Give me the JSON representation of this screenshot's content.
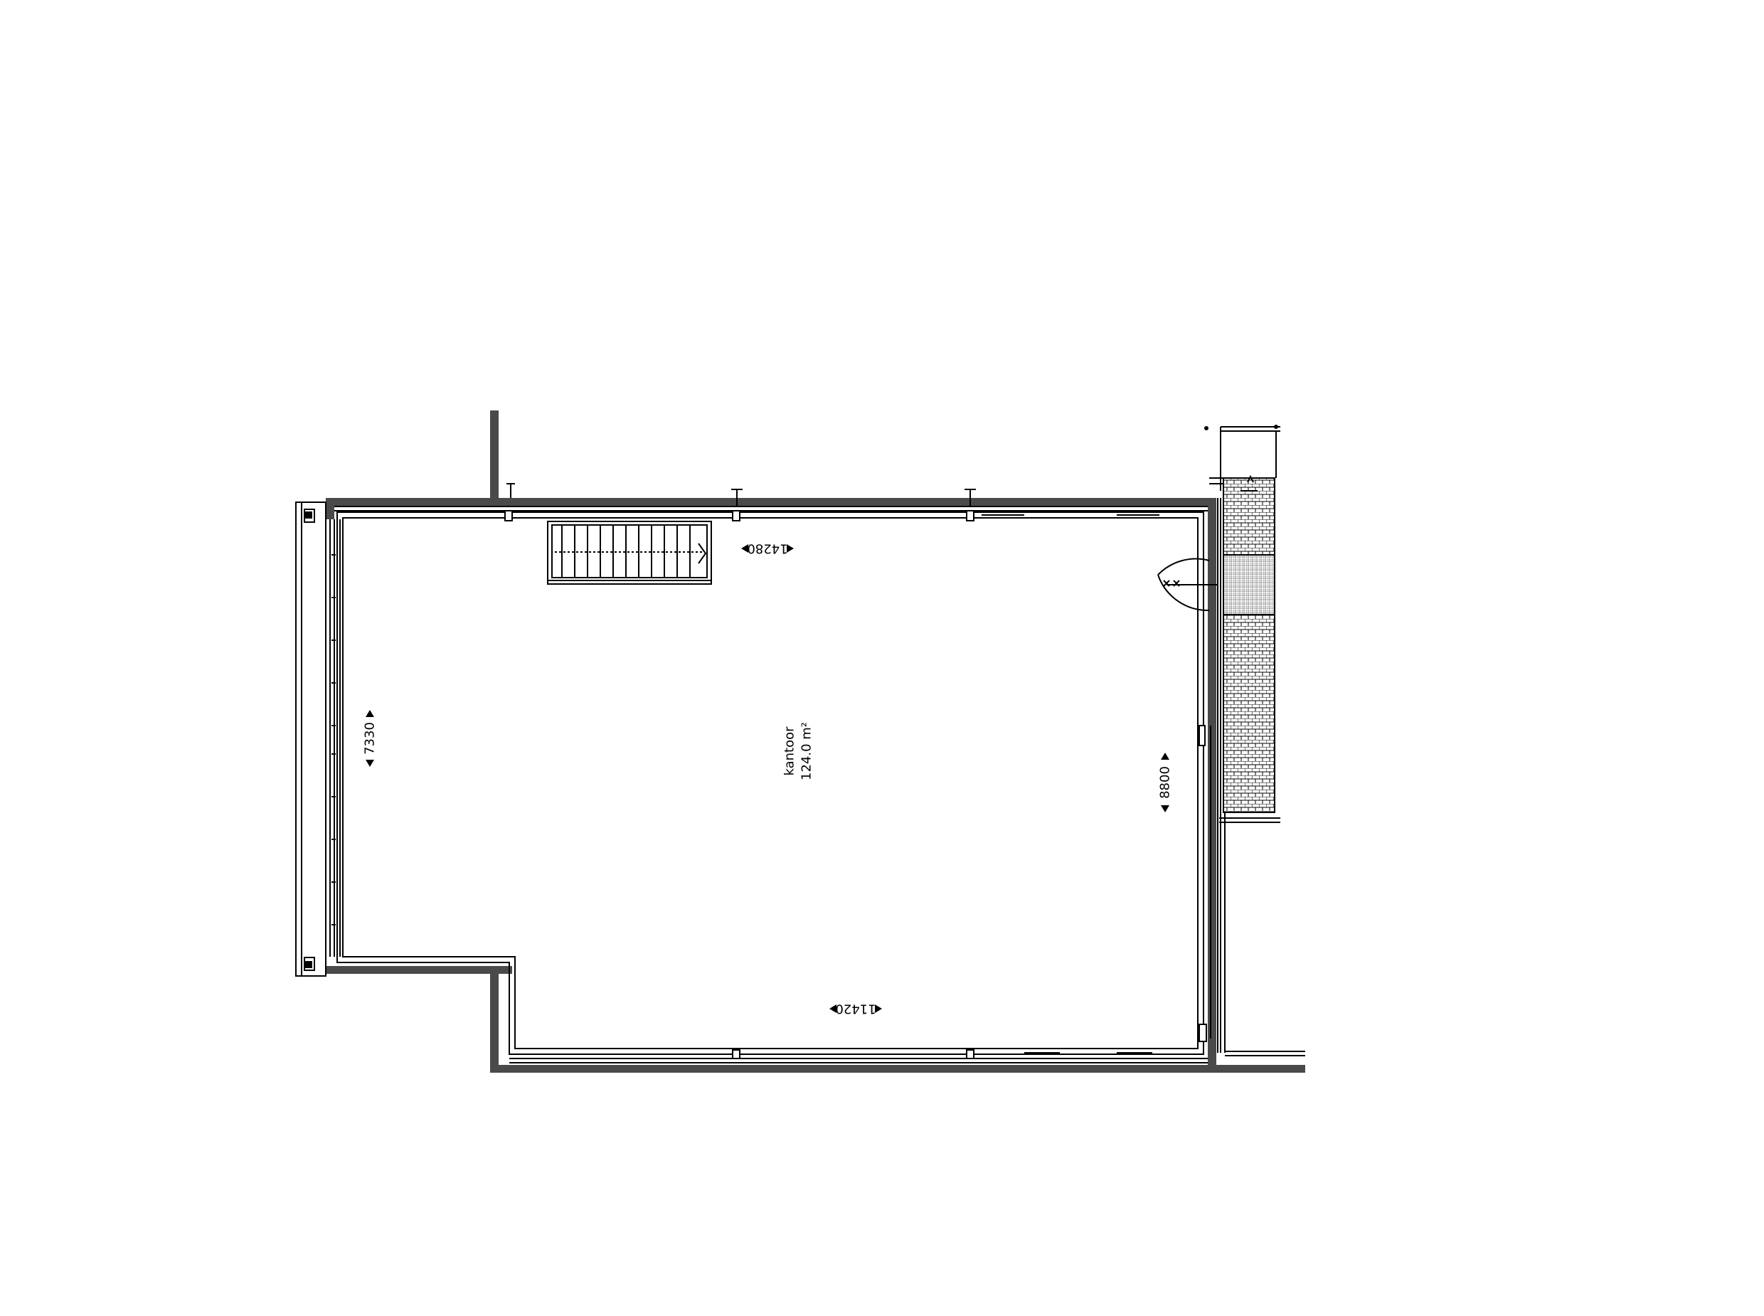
{
  "room": {
    "name": "kantoor",
    "area": "124.0 m²"
  },
  "dimensions": {
    "top_width": "14280",
    "bottom_width": "11420",
    "left_height": "7330",
    "right_height": "8800"
  },
  "colors": {
    "wall": "#4a4a4a",
    "line": "#000000",
    "background": "#ffffff"
  }
}
